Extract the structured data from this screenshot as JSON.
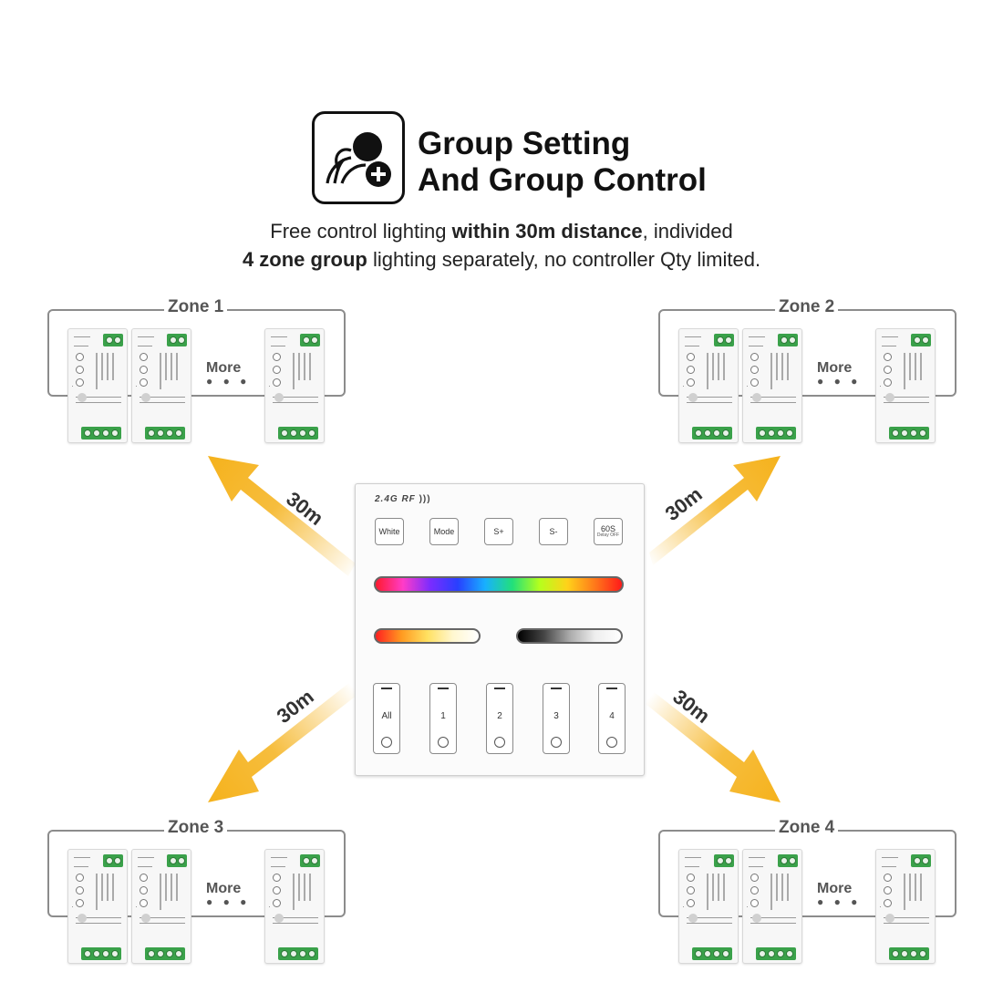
{
  "header": {
    "title_line1": "Group Setting",
    "title_line2": "And Group Control",
    "icon": "group-add-icon"
  },
  "description": {
    "line1_pre": "Free control lighting ",
    "line1_bold": "within 30m distance",
    "line1_post": ", individed",
    "line2_bold": "4 zone group",
    "line2_post": " lighting separately, no controller Qty limited."
  },
  "zones": [
    {
      "label": "Zone 1",
      "more": "More"
    },
    {
      "label": "Zone 2",
      "more": "More"
    },
    {
      "label": "Zone 3",
      "more": "More"
    },
    {
      "label": "Zone 4",
      "more": "More"
    }
  ],
  "more_dots": "● ● ●",
  "distance": "30m",
  "arrow_color": "#f5b21c",
  "panel": {
    "rf_label": "2.4G RF",
    "top_buttons": [
      {
        "label": "White"
      },
      {
        "label": "Mode"
      },
      {
        "label": "S+"
      },
      {
        "label": "S-"
      },
      {
        "label": "60S",
        "sub": "Delay OFF"
      }
    ],
    "zone_buttons": [
      {
        "label": "All"
      },
      {
        "label": "1"
      },
      {
        "label": "2"
      },
      {
        "label": "3"
      },
      {
        "label": "4"
      }
    ]
  }
}
